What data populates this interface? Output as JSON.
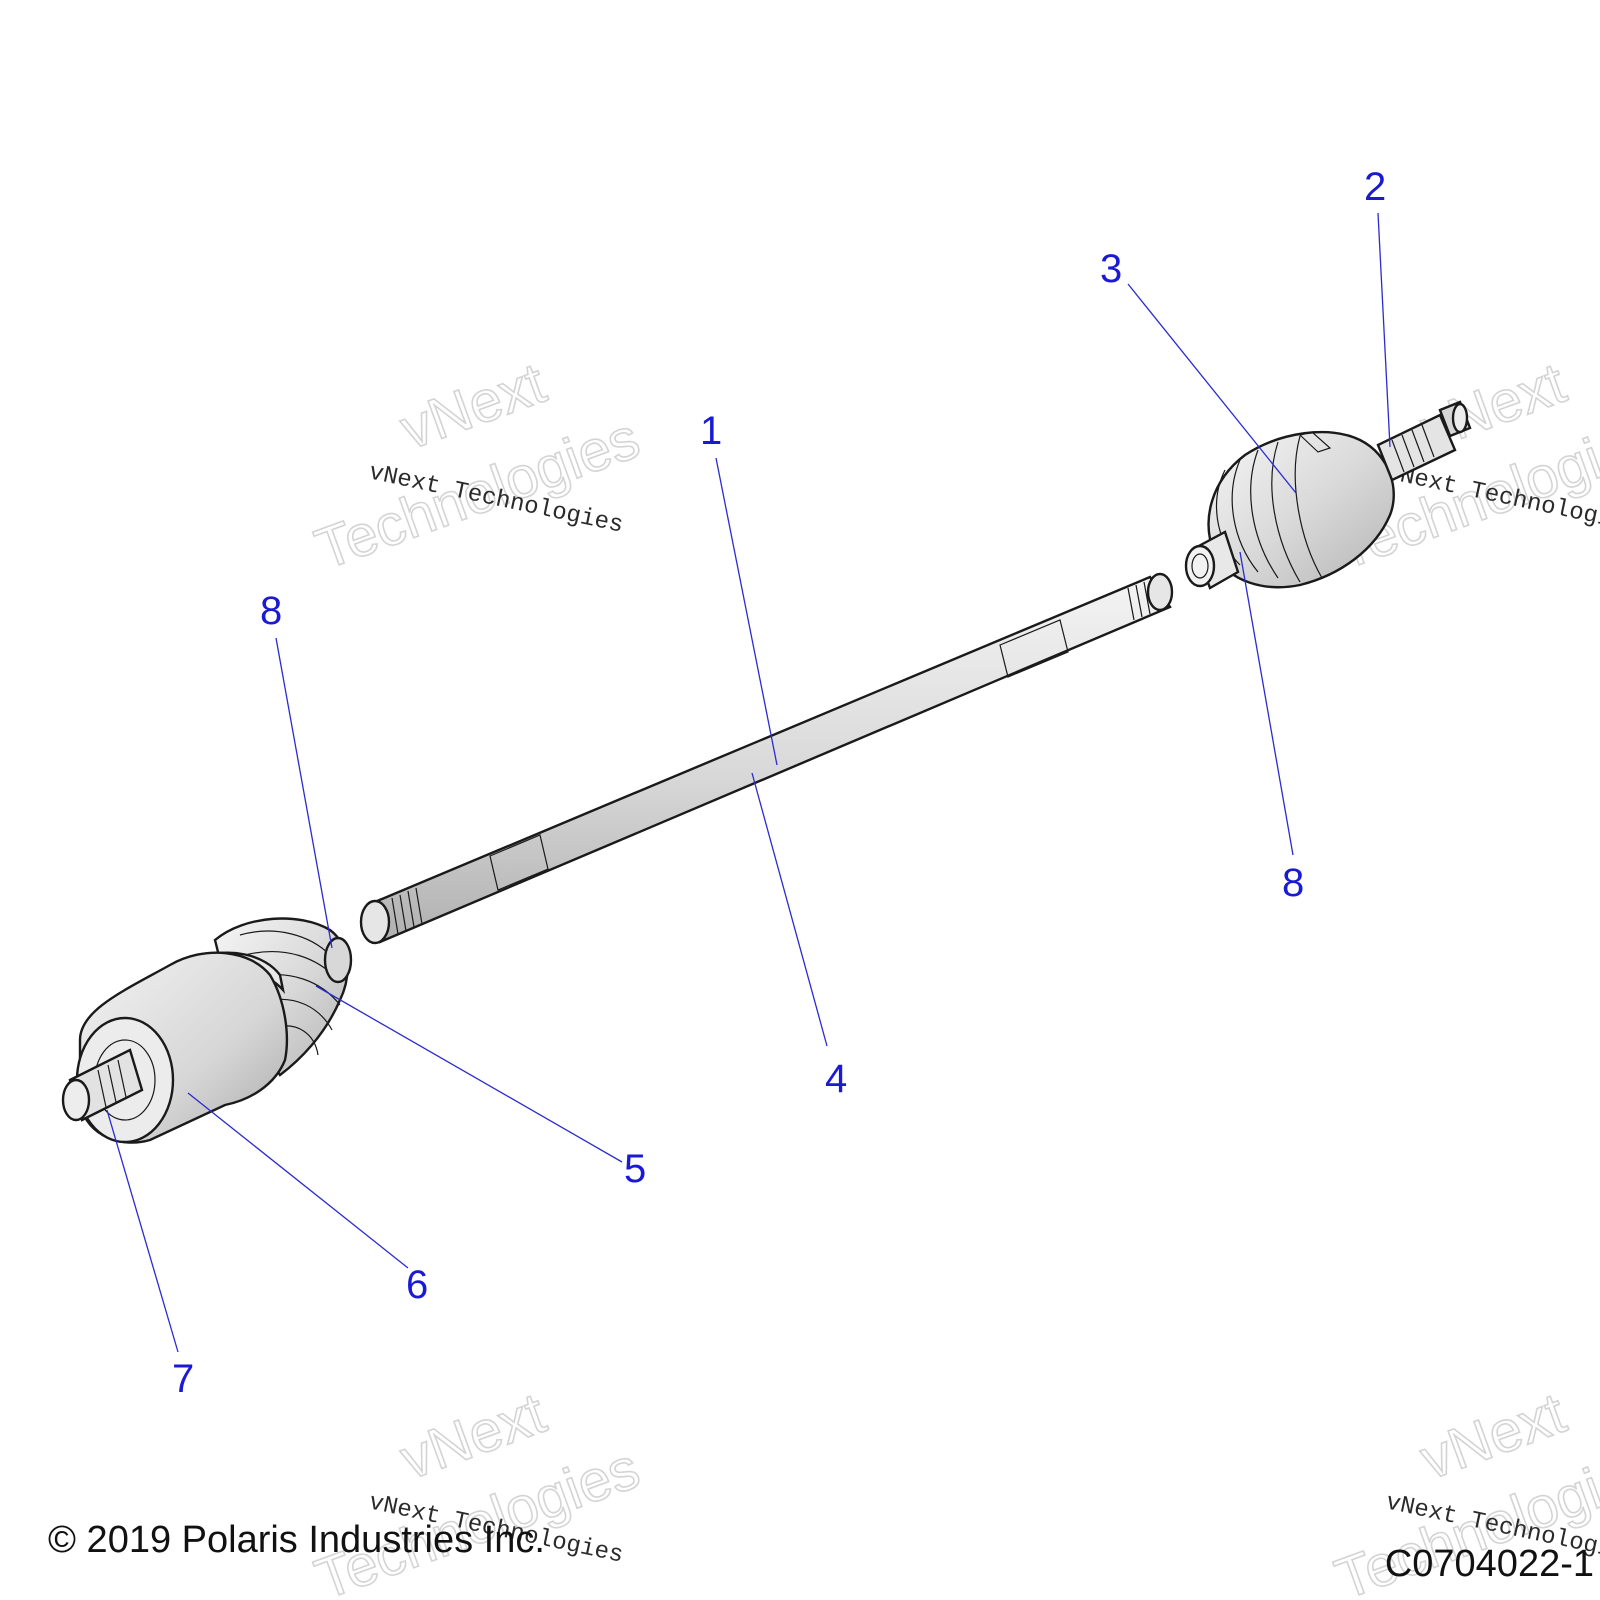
{
  "diagram": {
    "callouts": [
      {
        "id": "1",
        "label": "1"
      },
      {
        "id": "2",
        "label": "2"
      },
      {
        "id": "3",
        "label": "3"
      },
      {
        "id": "4",
        "label": "4"
      },
      {
        "id": "5",
        "label": "5"
      },
      {
        "id": "6",
        "label": "6"
      },
      {
        "id": "7",
        "label": "7"
      },
      {
        "id": "8a",
        "label": "8"
      },
      {
        "id": "8b",
        "label": "8"
      }
    ],
    "watermark": {
      "line1": "vNext",
      "line2": "Technologies",
      "small": "vNext Technologies"
    },
    "copyright": "© 2019 Polaris Industries Inc.",
    "figure_code": "C0704022-1"
  },
  "colors": {
    "callout": "#1a1ad6",
    "leader": "#2b2bd0",
    "outline": "#1a1a1a",
    "shading": "#c8c8c8",
    "watermark": "#d4d4d4"
  }
}
